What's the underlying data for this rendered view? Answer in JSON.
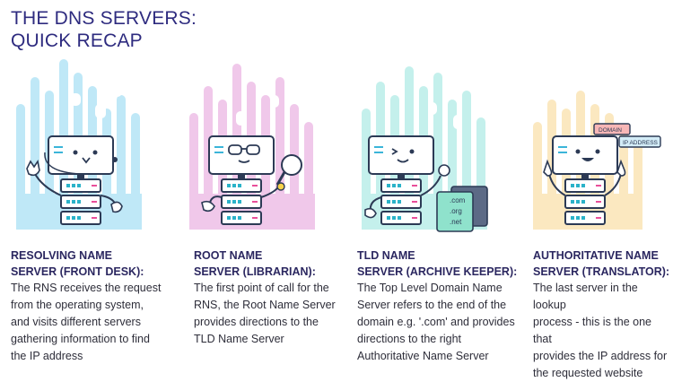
{
  "title": {
    "line1": "THE DNS SERVERS:",
    "line2": "QUICK RECAP"
  },
  "colors": {
    "title": "#2e2b7f",
    "blue": "#bfe8f7",
    "pink": "#f0c8ea",
    "teal": "#c4f0ec",
    "yellow": "#fbe8c0",
    "server_dark": "#2c3a55"
  },
  "cards": [
    {
      "name1": "RESOLVING NAME",
      "name2": "SERVER (FRONT DESK):",
      "desc": [
        "The RNS receives the request",
        "from the operating system,",
        "and visits different servers",
        "gathering information to find",
        "the IP address"
      ]
    },
    {
      "name1": "ROOT NAME",
      "name2": "SERVER (LIBRARIAN):",
      "desc": [
        "The first point of call for the",
        "RNS, the Root Name Server",
        "provides directions to the",
        "TLD Name Server"
      ]
    },
    {
      "name1": "TLD NAME",
      "name2": "SERVER (ARCHIVE KEEPER):",
      "desc": [
        "The Top Level Domain Name",
        "Server refers to the end of the",
        "domain e.g. '.com' and provides",
        "directions to the right",
        "Authoritative Name Server"
      ],
      "doc": [
        ".com",
        ".org",
        ".net"
      ]
    },
    {
      "name1": "AUTHORITATIVE NAME",
      "name2": "SERVER (TRANSLATOR):",
      "desc": [
        "The last server in the lookup",
        "process - this is the one that",
        "provides the IP address for",
        "the requested website"
      ],
      "bubbles": [
        "DOMAIN",
        "IP ADDRESS"
      ]
    }
  ]
}
